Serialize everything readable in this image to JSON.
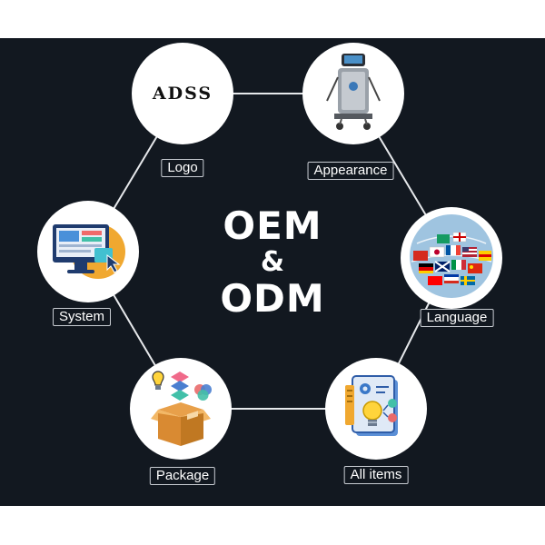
{
  "center": {
    "line1": "OEM",
    "line2": "&",
    "line3": "ODM"
  },
  "nodes": [
    {
      "id": "logo",
      "label": "Logo",
      "icon": "brand-logo-icon",
      "logo_text": "ADSS"
    },
    {
      "id": "appearance",
      "label": "Appearance",
      "icon": "machine-device-icon"
    },
    {
      "id": "language",
      "label": "Language",
      "icon": "globe-flags-icon"
    },
    {
      "id": "all-items",
      "label": "All items",
      "icon": "document-lightbulb-icon"
    },
    {
      "id": "package",
      "label": "Package",
      "icon": "package-box-icon"
    },
    {
      "id": "system",
      "label": "System",
      "icon": "computer-monitor-icon"
    }
  ],
  "colors": {
    "background": "#121820",
    "node_fill": "#ffffff",
    "connector": "#e6e8eb",
    "text": "#ffffff"
  }
}
